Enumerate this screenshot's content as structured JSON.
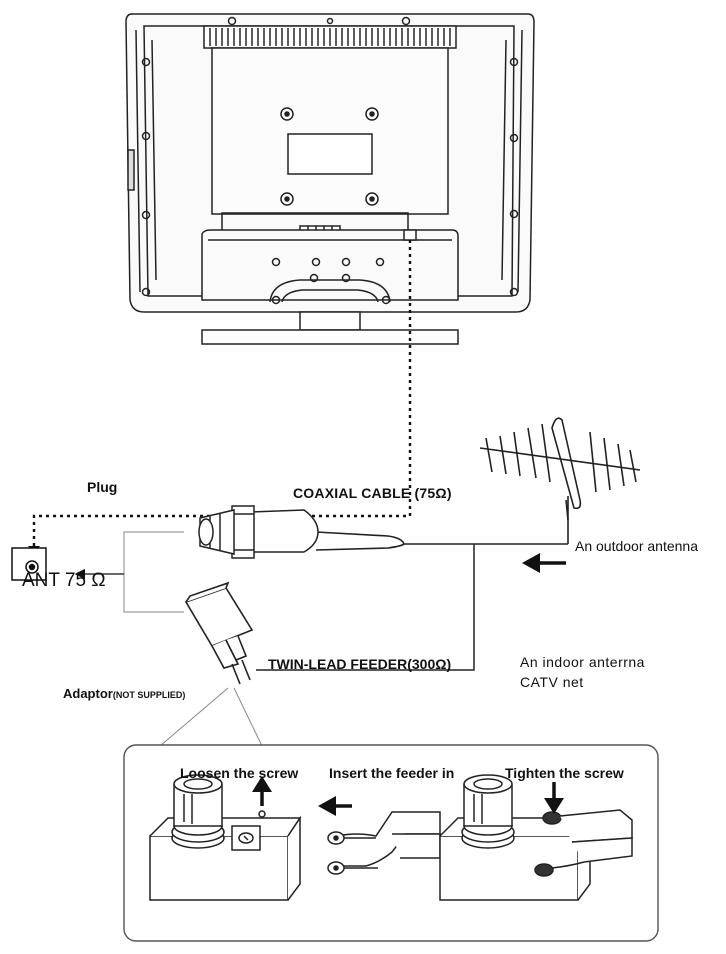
{
  "labels": {
    "plug": "Plug",
    "coaxial_cable": "COAXIAL CABLE (75",
    "coaxial_cable_ohm": "Ω",
    "coaxial_cable_close": ")",
    "outdoor_antenna": "An outdoor antenna",
    "ant": "ANT 75 Ω",
    "twin_lead": "TWIN-LEAD FEEDER(300",
    "twin_lead_ohm": "Ω",
    "twin_lead_close": ")",
    "indoor_antenna": "An  indoor anterrna",
    "catv": "CATV  net",
    "adaptor": "Adaptor",
    "adaptor_note": "(NOT SUPPLIED)"
  },
  "steps": {
    "loosen": "Loosen the screw",
    "insert": "Insert the feeder in",
    "tighten": "Tighten the screw"
  },
  "icons": {
    "tv": "tv-back-icon",
    "antenna": "outdoor-antenna-icon",
    "socket": "antenna-socket-icon",
    "plug": "coaxial-plug-icon",
    "adaptor": "adaptor-icon"
  }
}
